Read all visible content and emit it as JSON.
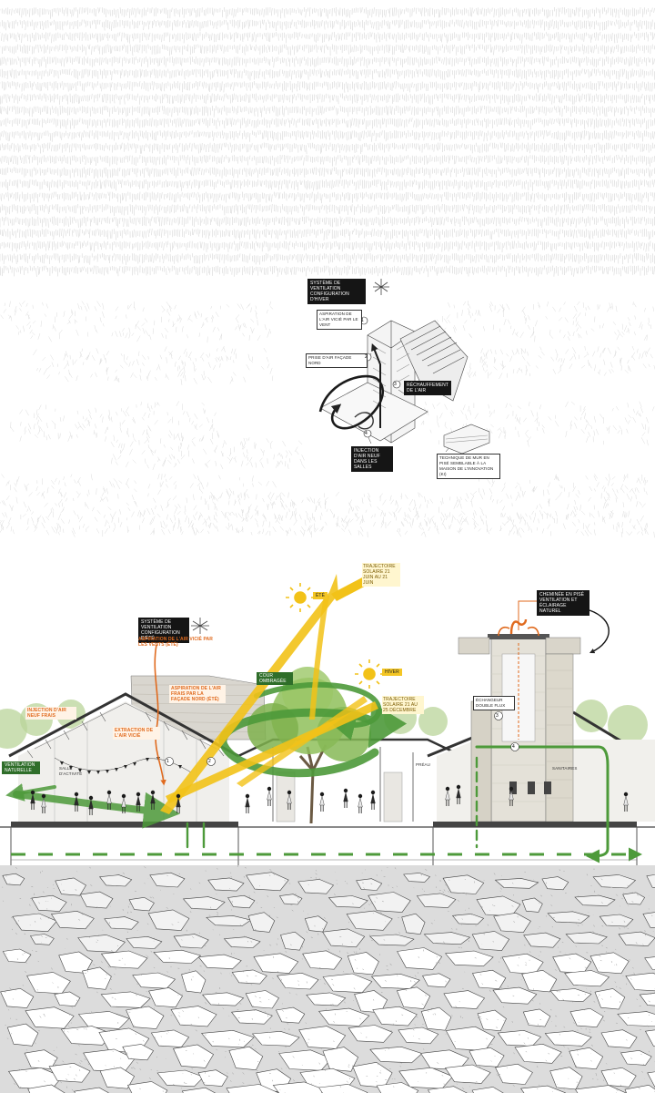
{
  "colors": {
    "sky_stroke": "#d4d4d4",
    "sketch": "#555555",
    "green_air": "#4d9a3a",
    "sun_yellow": "#f2c218",
    "warm_orange": "#e06a1e",
    "tree_green": "#8fbf5a",
    "ground_grey": "#b9b9b9",
    "dark_label": "#151515"
  },
  "winter_diagram": {
    "title": "Système de ventilation configuration d'hiver",
    "snow_icon": "snowflake-icon",
    "labels": {
      "air_aspiration": "Aspiration de l'air vicié par le vent",
      "north_intake": "Prise d'air façade nord",
      "air_heating": "Réchauffement de l'air",
      "air_injection": "Injection d'air neuf dans les salles",
      "wall_technique": "Technique de mur en pisé semblable à la Maison de l'Innovation (Ki)"
    },
    "markers": [
      "1",
      "2",
      "3",
      "4"
    ]
  },
  "section": {
    "summer_title": "Système de ventilation configuration d'été",
    "summer_sun_icon": "sun-icon",
    "winter_icon": "snowflake-icon",
    "summer_air_out": "Aspiration de l'air vicié par les vents (été)",
    "north_air_intake": "Injection d'air neuf frais",
    "stairwell_air": "Aspiration de l'air frais par la façade nord (été)",
    "air_reinjection": "Extraction de l'air vicié",
    "natural_ventilation": "Ventilation naturelle",
    "activity_room": "Salle d'activité",
    "covered_court": "Cour ombragée",
    "summer_sun": "Été",
    "summer_dates": "Trajectoire solaire 21 juin au 21 juin",
    "winter_sun": "Hiver",
    "winter_dates": "Trajectoire solaire 21 au 25 décembre",
    "chimney_title": "Cheminée en pisé ventilation et éclairage naturel",
    "double_flow": "Échangeur double flux",
    "hall": "Préau",
    "sanitary": "Sanitaires",
    "markers": [
      "1",
      "2",
      "3",
      "4"
    ]
  }
}
